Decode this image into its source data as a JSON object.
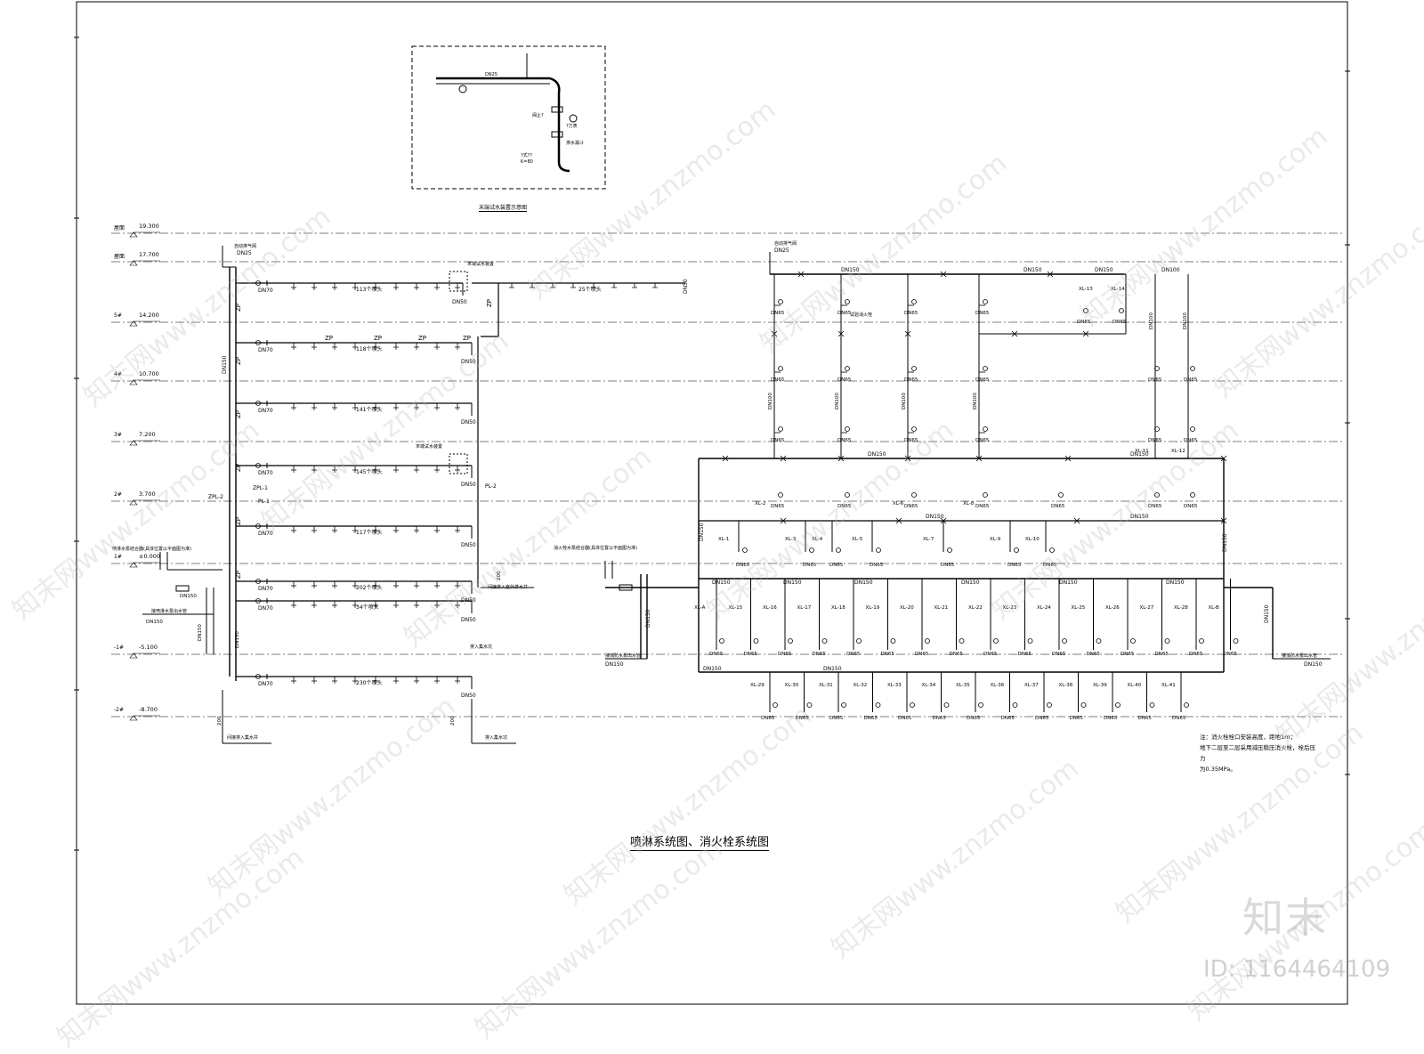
{
  "drawing": {
    "title": "喷淋系统图、消火栓系统图",
    "inset_caption": "末端试水装置示意图",
    "note_lines": [
      "注：消火栓栓口安装高度，距地1m；",
      "地下二层至二层采用减压稳压消火栓，栓后压力",
      "为0.35MPa。"
    ],
    "brand": "知末",
    "id": "ID: 1164464109",
    "watermark": "知末网www.znzmo.com"
  },
  "levels": [
    {
      "name": "屋面",
      "elev": "19.300"
    },
    {
      "name": "屋面",
      "elev": "17.700"
    },
    {
      "name": "5#",
      "elev": "14.200"
    },
    {
      "name": "4#",
      "elev": "10.700"
    },
    {
      "name": "3#",
      "elev": "7.200"
    },
    {
      "name": "2#",
      "elev": "3.700"
    },
    {
      "name": "1#",
      "elev": "±0.000"
    },
    {
      "name": "-1#",
      "elev": "-5.100"
    },
    {
      "name": "-2#",
      "elev": "-8.700"
    }
  ],
  "sprinkler": {
    "vent_label": "自动排气阀",
    "top_pipe": "DN25",
    "branch_size": "DN70",
    "end_size": "DN50",
    "riser_size": "DN150",
    "riser_tag": "ZP",
    "test_device": "末端试水装置",
    "floors": [
      {
        "count": "113个喷头"
      },
      {
        "count": "118个喷头"
      },
      {
        "count": "141个喷头"
      },
      {
        "count": "145个喷头"
      },
      {
        "count": "117个喷头"
      },
      {
        "count": "202个喷头"
      },
      {
        "count": "34个喷头"
      },
      {
        "count": "230个喷头"
      }
    ],
    "roof_count": "25个喷头",
    "riser_ids": [
      "ZPL-1",
      "ZPL-2",
      "PL-1",
      "PL-2"
    ],
    "pump_conn": "喷淋水泵结合器(具体位置以平面图为准)",
    "from_pump": "接喷淋水泵出水管",
    "drain_1": "间接排入室外排水井",
    "drain_2": "排入集水坑",
    "drain_3": "间接排入集水井"
  },
  "hydrant": {
    "vent_label": "自动排气阀",
    "top_pipe": "DN25",
    "main_size": "DN150",
    "riser_size": "DN100",
    "hydrant_size": "DN65",
    "test_hydrant": "试验消火栓",
    "pump_conn": "消火栓水泵结合器(具体位置以平面图为准)",
    "from_pump_left": "接消防水泵出水管",
    "from_pump_right": "接消防水泵出水管",
    "upper_ids": [
      "XL-13",
      "XL-14",
      "XL-11",
      "XL-12",
      "XL-2",
      "XL-6",
      "XL-8"
    ],
    "floor1_ids": [
      "XL-1",
      "XL-3",
      "XL-4",
      "XL-5",
      "XL-7",
      "XL-9",
      "XL-10"
    ],
    "b1_ids": [
      "XL-A",
      "XL-15",
      "XL-16",
      "XL-17",
      "XL-18",
      "XL-19",
      "XL-20",
      "XL-21",
      "XL-22",
      "XL-23",
      "XL-24",
      "XL-25",
      "XL-26",
      "XL-27",
      "XL-28",
      "XL-B"
    ],
    "b2_ids": [
      "XL-29",
      "XL-30",
      "XL-31",
      "XL-32",
      "XL-33",
      "XL-34",
      "XL-35",
      "XL-36",
      "XL-37",
      "XL-38",
      "XL-39",
      "XL-40",
      "XL-41"
    ]
  }
}
